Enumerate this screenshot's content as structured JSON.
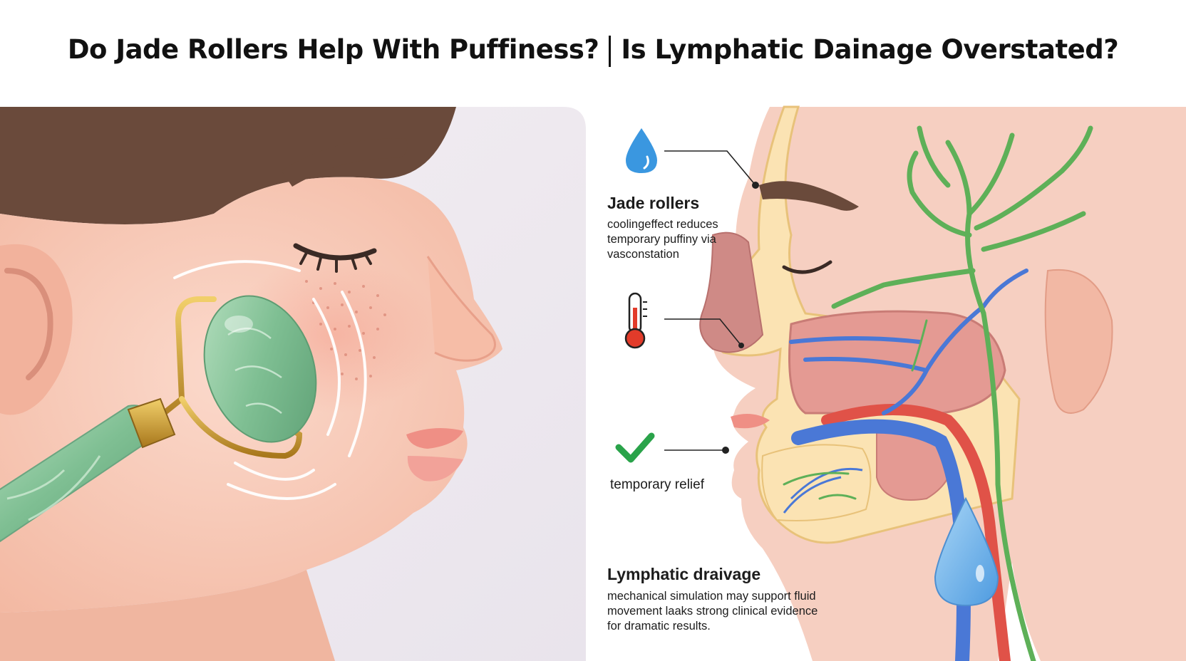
{
  "title": {
    "left": "Do Jade Rollers Help With Puffiness?",
    "right": "Is Lymphatic Dainage Overstated?"
  },
  "annotations": {
    "jade_heading": "Jade rollers",
    "jade_lines": [
      "coolingeffect reduces",
      "temporary puffiny via",
      "vasconstation"
    ],
    "relief_label": "temporary relief",
    "lymph_heading": "Lymphatic draivage",
    "lymph_lines": [
      "mechanical simulation may support fluid",
      "movement laaks strong clinical evidence",
      "for dramatic results."
    ]
  },
  "icons": {
    "water": "water-drop-icon",
    "temperature": "thermometer-icon",
    "check": "checkmark-icon"
  },
  "colors": {
    "skin": "#f7cbb8",
    "jade": "#8dc7a0",
    "gold": "#c99a2e",
    "lymph_green": "#5eb058",
    "vein_blue": "#4a78d6",
    "artery_red": "#e05248",
    "drop_blue": "#6cb2ea",
    "check_green": "#2aa34a"
  }
}
